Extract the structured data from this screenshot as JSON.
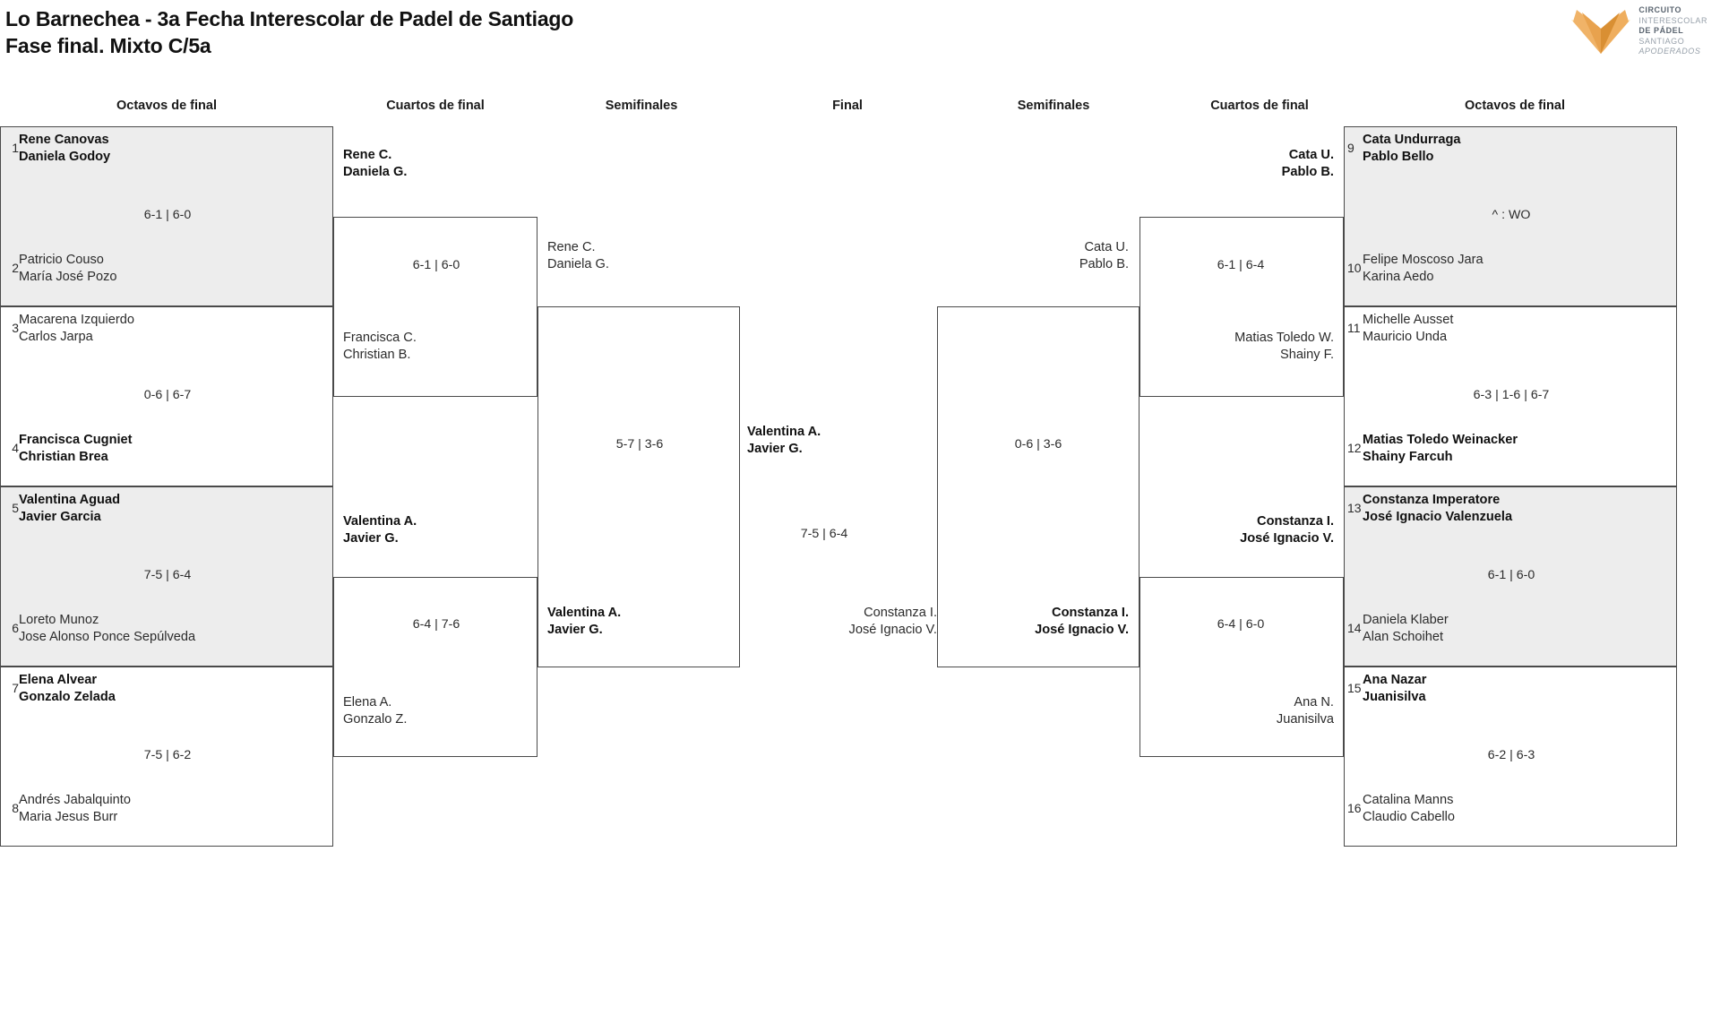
{
  "header": {
    "title_line1": "Lo Barnechea - 3a Fecha Interescolar de Padel de Santiago",
    "title_line2": "Fase final. Mixto C/5a",
    "logo": {
      "l1": "CIRCUITO",
      "l2": "INTERESCOLAR",
      "l3": "DE PÁDEL",
      "l4": "SANTIAGO",
      "l5": "APODERADOS",
      "mark_color_dark": "#e8a24e",
      "mark_color_mid": "#f0b368",
      "mark_color_light": "#fbdfa8"
    }
  },
  "round_labels": {
    "left_r16": "Octavos de final",
    "left_qf": "Cuartos de final",
    "left_sf": "Semifinales",
    "final": "Final",
    "right_sf": "Semifinales",
    "right_qf": "Cuartos de final",
    "right_r16": "Octavos de final"
  },
  "left": {
    "r16": [
      {
        "seed": "1",
        "p1": "Rene Canovas",
        "p2": "Daniela Godoy",
        "winner": true
      },
      {
        "seed": "2",
        "p1": "Patricio Couso",
        "p2": "María José Pozo",
        "winner": false
      },
      {
        "seed": "3",
        "p1": "Macarena Izquierdo",
        "p2": "Carlos Jarpa",
        "winner": false
      },
      {
        "seed": "4",
        "p1": "Francisca Cugniet",
        "p2": "Christian Brea",
        "winner": true
      },
      {
        "seed": "5",
        "p1": "Valentina Aguad",
        "p2": "Javier Garcia",
        "winner": true
      },
      {
        "seed": "6",
        "p1": "Loreto Munoz",
        "p2": "Jose Alonso Ponce Sepúlveda",
        "winner": false
      },
      {
        "seed": "7",
        "p1": "Elena Alvear",
        "p2": "Gonzalo Zelada",
        "winner": true
      },
      {
        "seed": "8",
        "p1": "Andrés Jabalquinto",
        "p2": "Maria Jesus Burr",
        "winner": false
      }
    ],
    "r16_scores": [
      "6-1 | 6-0",
      "0-6 | 6-7",
      "7-5 | 6-4",
      "7-5 | 6-2"
    ],
    "qf": [
      {
        "p1": "Rene C.",
        "p2": "Daniela G.",
        "winner": true
      },
      {
        "p1": "Francisca C.",
        "p2": "Christian B.",
        "winner": false
      },
      {
        "p1": "Valentina A.",
        "p2": "Javier G.",
        "winner": true
      },
      {
        "p1": "Elena A.",
        "p2": "Gonzalo Z.",
        "winner": false
      }
    ],
    "qf_scores": [
      "6-1 | 6-0",
      "6-4 | 7-6"
    ],
    "sf": [
      {
        "p1": "Rene C.",
        "p2": "Daniela G.",
        "winner": false
      },
      {
        "p1": "Valentina A.",
        "p2": "Javier G.",
        "winner": true
      }
    ],
    "sf_score": "5-7 | 3-6"
  },
  "final": {
    "top": {
      "p1": "Valentina A.",
      "p2": "Javier G.",
      "winner": true
    },
    "bottom": {
      "p1": "Constanza I.",
      "p2": "José Ignacio V.",
      "winner": false
    },
    "score": "7-5 | 6-4"
  },
  "right": {
    "r16": [
      {
        "seed": "9",
        "p1": "Cata Undurraga",
        "p2": "Pablo Bello",
        "winner": true
      },
      {
        "seed": "10",
        "p1": "Felipe Moscoso Jara",
        "p2": "Karina Aedo",
        "winner": false
      },
      {
        "seed": "11",
        "p1": "Michelle Ausset",
        "p2": "Mauricio Unda",
        "winner": false
      },
      {
        "seed": "12",
        "p1": "Matias Toledo Weinacker",
        "p2": "Shainy Farcuh",
        "winner": true
      },
      {
        "seed": "13",
        "p1": "Constanza Imperatore",
        "p2": "José Ignacio Valenzuela",
        "winner": true
      },
      {
        "seed": "14",
        "p1": "Daniela Klaber",
        "p2": "Alan Schoihet",
        "winner": false
      },
      {
        "seed": "15",
        "p1": "Ana Nazar",
        "p2": "Juanisilva",
        "winner": true
      },
      {
        "seed": "16",
        "p1": "Catalina Manns",
        "p2": "Claudio Cabello",
        "winner": false
      }
    ],
    "r16_scores": [
      "^ : WO",
      "6-3 | 1-6 | 6-7",
      "6-1 | 6-0",
      "6-2 | 6-3"
    ],
    "qf": [
      {
        "p1": "Cata U.",
        "p2": "Pablo B.",
        "winner": true
      },
      {
        "p1": "Matias Toledo W.",
        "p2": "Shainy F.",
        "winner": false
      },
      {
        "p1": "Constanza I.",
        "p2": "José Ignacio V.",
        "winner": true
      },
      {
        "p1": "Ana N.",
        "p2": "Juanisilva",
        "winner": false
      }
    ],
    "qf_scores": [
      "6-1 | 6-4",
      "6-4 | 6-0"
    ],
    "sf": [
      {
        "p1": "Cata U.",
        "p2": "Pablo B.",
        "winner": false
      },
      {
        "p1": "Constanza I.",
        "p2": "José Ignacio V.",
        "winner": true
      }
    ],
    "sf_score": "0-6 | 3-6"
  }
}
